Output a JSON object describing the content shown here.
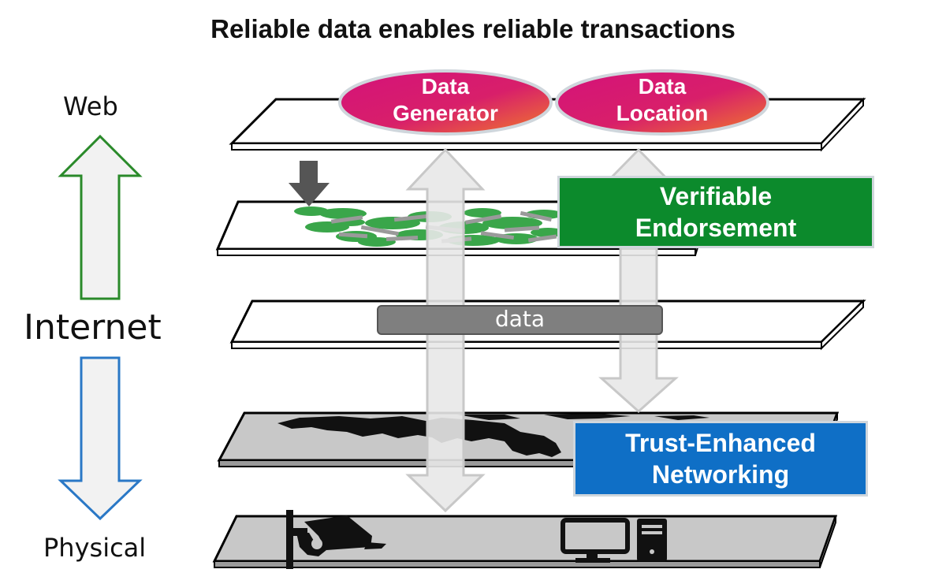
{
  "title": "Reliable data enables reliable transactions",
  "side_labels": {
    "top": "Web",
    "middle": "Internet",
    "bottom": "Physical"
  },
  "ovals": {
    "generator": {
      "line1": "Data",
      "line2": "Generator"
    },
    "location": {
      "line1": "Data",
      "line2": "Location"
    }
  },
  "boxes": {
    "verifiable": {
      "line1": "Verifiable",
      "line2": "Endorsement"
    },
    "trust": {
      "line1": "Trust-Enhanced",
      "line2": "Networking"
    }
  },
  "data_label": "data",
  "colors": {
    "green": "#0c8a2c",
    "blue": "#0f6fc6",
    "oval_gradient_start": "#d4127a",
    "oval_gradient_end": "#f07a2a",
    "arrow_fill": "#f0f0f0",
    "arrow_green_stroke": "#2a8a2a",
    "arrow_blue_stroke": "#2a78c6",
    "pill_gray": "#7f7f7f"
  },
  "icons": [
    "down-arrow-icon",
    "security-camera-icon",
    "desktop-computer-icon",
    "world-map-icon"
  ]
}
